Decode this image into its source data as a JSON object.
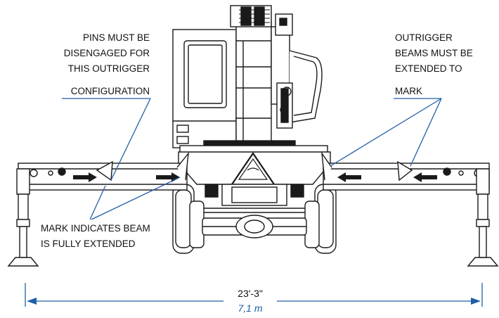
{
  "callouts": {
    "pins": [
      "PINS MUST BE",
      "DISENGAGED FOR",
      "THIS OUTRIGGER",
      "CONFIGURATION"
    ],
    "beams": [
      "OUTRIGGER",
      "BEAMS MUST BE",
      "EXTENDED TO",
      "MARK"
    ],
    "mark": [
      "MARK INDICATES BEAM",
      "IS FULLY EXTENDED"
    ]
  },
  "dimension": {
    "imperial": "23'-3\"",
    "metric": "7,1 m"
  },
  "colors": {
    "callout_line": "#1f5fa8",
    "drawing": "#1a1a1a",
    "dimension_text": "#1f5fa8"
  }
}
